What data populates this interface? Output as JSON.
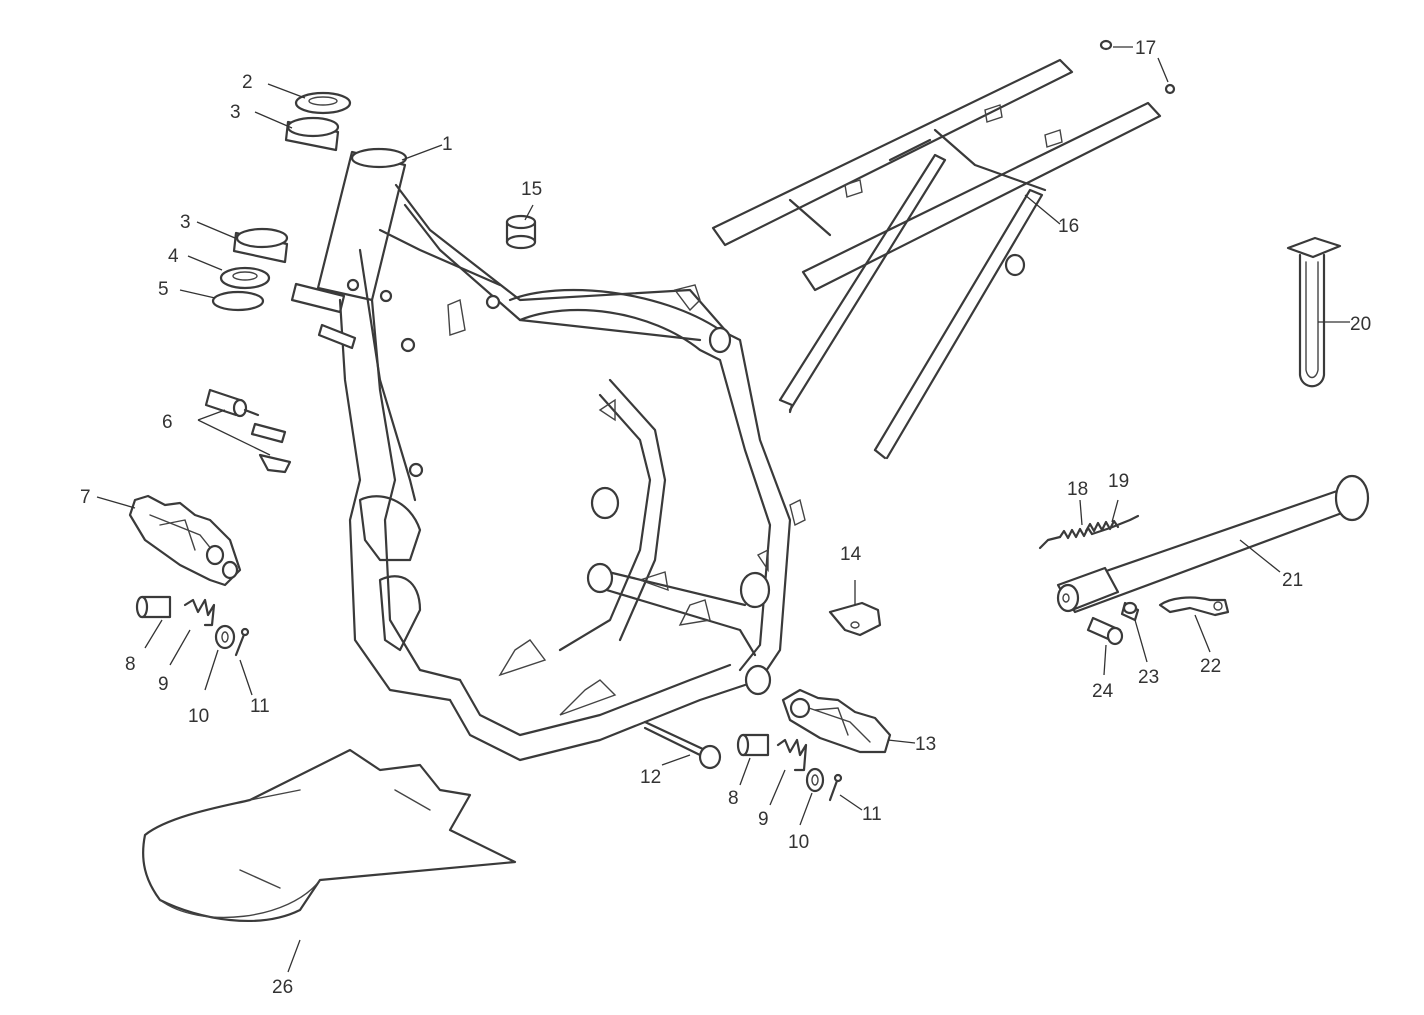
{
  "labels": {
    "p1": "1",
    "p2": "2",
    "p3a": "3",
    "p3b": "3",
    "p4": "4",
    "p5": "5",
    "p6": "6",
    "p7": "7",
    "p8a": "8",
    "p8b": "8",
    "p9a": "9",
    "p9b": "9",
    "p10a": "10",
    "p10b": "10",
    "p11a": "11",
    "p11b": "11",
    "p12": "12",
    "p13": "13",
    "p14": "14",
    "p15": "15",
    "p16": "16",
    "p17": "17",
    "p18": "18",
    "p19": "19",
    "p20": "20",
    "p21": "21",
    "p22": "22",
    "p23": "23",
    "p24": "24",
    "p26": "26"
  }
}
